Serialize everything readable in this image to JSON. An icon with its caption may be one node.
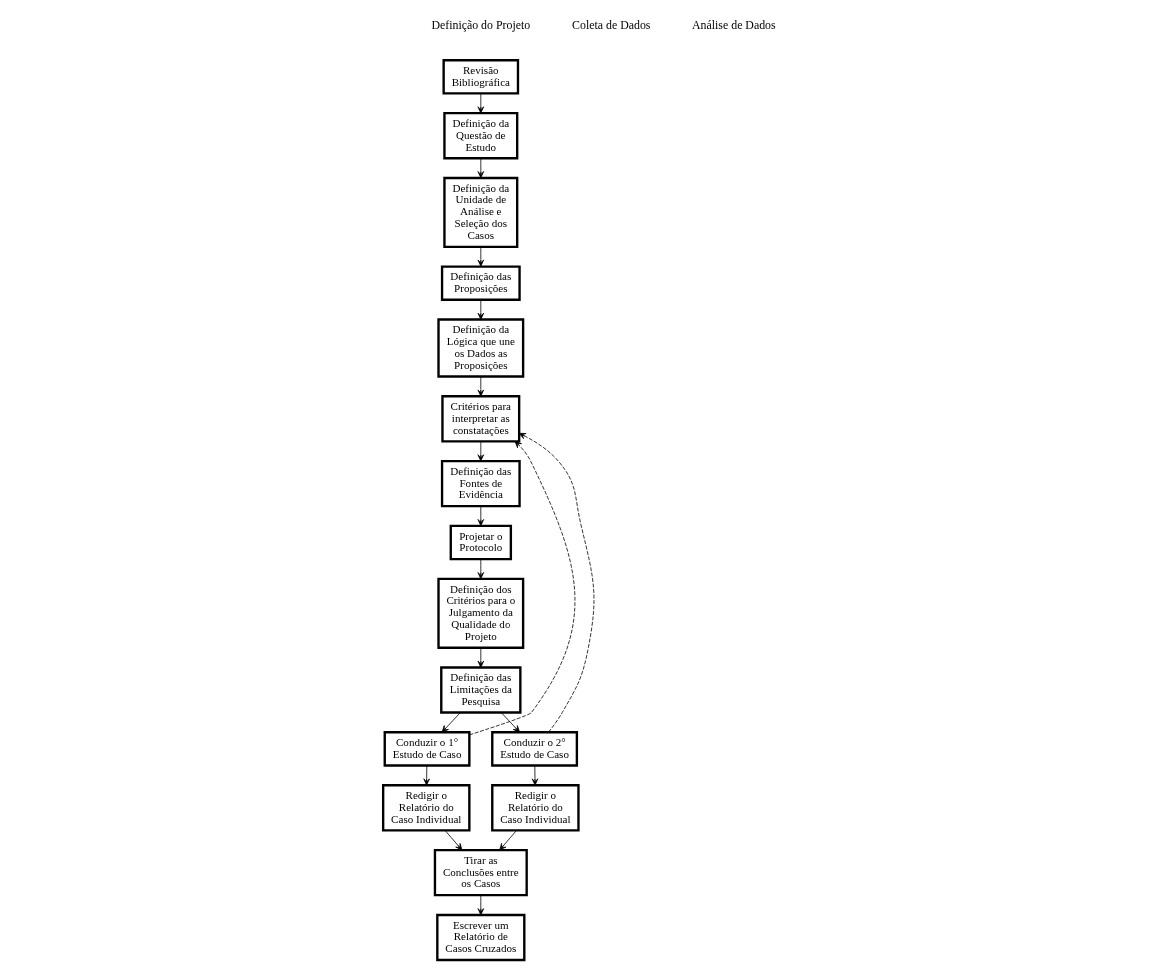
{
  "diagram": {
    "nodes": [
      {
        "text": [
          "Revisão Bibliográfica"
        ]
      },
      {
        "text": [
          "Definição da Questão de Estudo"
        ]
      },
      {
        "text": [
          "Definição da Unidade de Análise e Seleção dos Casos"
        ]
      },
      {
        "text": [
          "Definição das Proposições"
        ]
      },
      {
        "text": [
          "Definição da Lógica que une os Dados as Proposições"
        ]
      },
      {
        "text": [
          "Critérios para interpretar as constatações"
        ]
      },
      {
        "text": [
          "Definição das Fontes de Evidência"
        ]
      },
      {
        "text": [
          "Projetar o Protocolo"
        ]
      },
      {
        "text": [
          "Definição dos Critérios para o Julgamento da Qualidade do Projeto"
        ]
      },
      {
        "text": [
          "Definição das Limitações da Pesquisa"
        ]
      },
      {
        "text": [
          "Conduzir o 1° Estudo de Caso"
        ]
      },
      {
        "text": [
          "Conduzir o 2° Estudo de Caso"
        ]
      },
      {
        "text": [
          "Redigir o Relatório do Caso Individual"
        ]
      },
      {
        "text": [
          "Redigir o Relatório do Caso Individual"
        ]
      },
      {
        "text": [
          "Tirar as Conclusões entre os Casos"
        ]
      },
      {
        "text": [
          "Escrever um Relatório de Casos Cruzados"
        ]
      }
    ],
    "edges": [
      {
        "from": 0,
        "to": 1,
        "arrow": "to"
      },
      {
        "from": 1,
        "to": 2,
        "arrow": "to"
      },
      {
        "from": 2,
        "to": 3,
        "arrow": "to"
      },
      {
        "from": 3,
        "to": 4,
        "arrow": "to"
      },
      {
        "from": 4,
        "to": 5,
        "arrow": "to"
      },
      {
        "from": 5,
        "to": 6,
        "arrow": "to"
      },
      {
        "from": 6,
        "to": 7,
        "arrow": "to"
      },
      {
        "from": 7,
        "to": 8,
        "arrow": "to"
      },
      {
        "from": 8,
        "to": 9,
        "arrow": "to"
      },
      {
        "from": 9,
        "to": 10,
        "arrow": "to"
      },
      {
        "from": 9,
        "to": 11,
        "arrow": "to"
      },
      {
        "from": 10,
        "to": 12,
        "arrow": "to"
      },
      {
        "from": 11,
        "to": 13,
        "arrow": "to"
      },
      {
        "from": 12,
        "to": 14,
        "arrow": "to"
      },
      {
        "from": 13,
        "to": 14,
        "arrow": "to"
      },
      {
        "from": 14,
        "to": 15,
        "arrow": "to"
      },
      {
        "from": 10,
        "to": 5,
        "arrow": "to",
        "style": "dashed"
      },
      {
        "from": 11,
        "to": 5,
        "arrow": "to",
        "style": "dashed"
      }
    ],
    "labels": [
      "Definição do Projeto",
      "Coleta de Dados",
      "Análise de Dados"
    ]
  }
}
